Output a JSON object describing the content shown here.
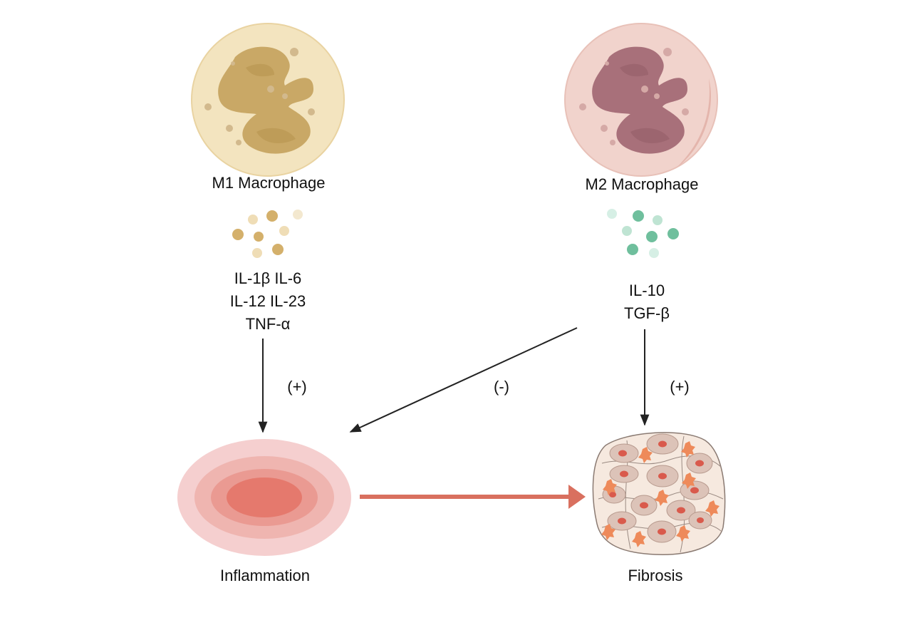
{
  "colors": {
    "m1_cell": "#f3e4bf",
    "m1_nucleus": "#c9a866",
    "m2_cell": "#f1d3cc",
    "m2_nucleus": "#a8707a",
    "m1_cytokine": "#d4b06b",
    "m2_cytokine": "#6fbf9d",
    "inflammation_outer": "#f5cfcf",
    "inflammation_inner": "#e5796d",
    "transition_arrow": "#d9705f",
    "fibrosis_tissue": "#f6e9df",
    "fibrosis_nucleus": "#d95a4c",
    "fibroblast": "#ee8a5a",
    "arrow": "#222222"
  },
  "nodes": {
    "m1": {
      "label": "M1 Macrophage",
      "icon": "m1-macrophage-cell-icon"
    },
    "m2": {
      "label": "M2 Macrophage",
      "icon": "m2-macrophage-cell-icon"
    },
    "m1_cytokines": [
      "IL-1β IL-6",
      "IL-12 IL-23",
      "TNF-α"
    ],
    "m2_cytokines": [
      "IL-10",
      "TGF-β"
    ],
    "inflammation": {
      "label": "Inflammation",
      "icon": "inflamed-tissue-icon"
    },
    "fibrosis": {
      "label": "Fibrosis",
      "icon": "fibrotic-tissue-icon"
    }
  },
  "edges": {
    "m1_to_inflammation": "(+)",
    "m2_to_inflammation": "(-)",
    "m2_to_fibrosis": "(+)"
  }
}
